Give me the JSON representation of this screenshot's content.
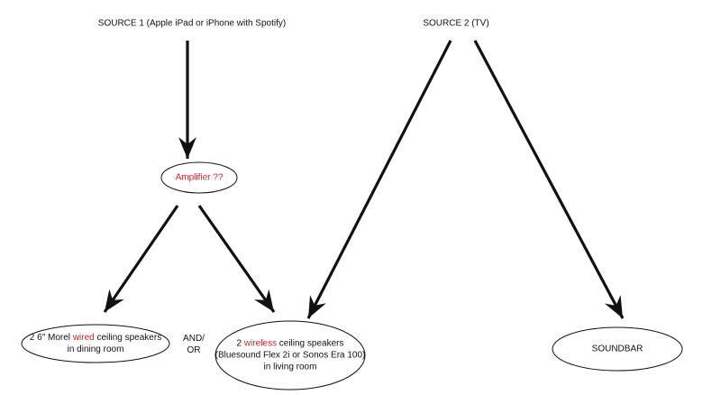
{
  "sources": {
    "source1": "SOURCE 1 (Apple iPad or iPhone with Spotify)",
    "source2": "SOURCE 2 (TV)"
  },
  "amplifier": {
    "label": "Amplifier ??"
  },
  "wired_speakers": {
    "line1_pre": "2 6″ Morel ",
    "line1_highlight": "wired",
    "line1_post": " ceiling speakers",
    "line2": "in dining room"
  },
  "connector": {
    "line1": "AND/",
    "line2": "OR"
  },
  "wireless_speakers": {
    "line1_pre": "2 ",
    "line1_highlight": "wireless",
    "line1_post": " ceiling speakers",
    "line2": "(Bluesound Flex 2i or Sonos Era 100)",
    "line3": "in living room"
  },
  "soundbar": {
    "label": "SOUNDBAR"
  },
  "colors": {
    "highlight": "#d2232a",
    "stroke": "#111111"
  }
}
